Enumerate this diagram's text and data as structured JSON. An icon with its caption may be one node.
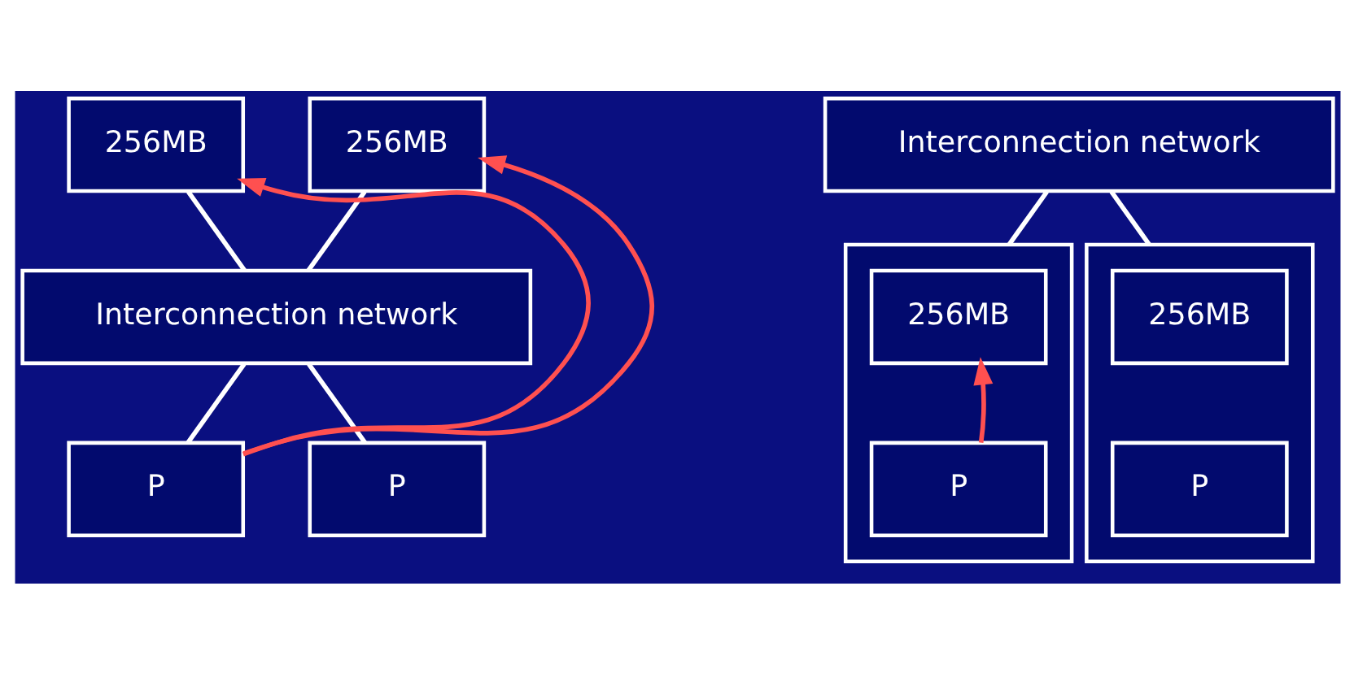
{
  "diagram": {
    "nodes": [
      {
        "text": [
          "256MB"
        ]
      },
      {
        "text": [
          "256MB"
        ]
      },
      {
        "text": [
          "Interconnection network"
        ]
      },
      {
        "text": [
          "P"
        ]
      },
      {
        "text": [
          "P"
        ]
      },
      {
        "text": [
          "Interconnection network"
        ]
      },
      {
        "text": [],
        "shape": "box"
      },
      {
        "text": [
          "256MB"
        ],
        "in": 6
      },
      {
        "text": [
          "P"
        ],
        "in": 6
      },
      {
        "text": [],
        "shape": "box"
      },
      {
        "text": [
          "256MB"
        ],
        "in": 9
      },
      {
        "text": [
          "P"
        ],
        "in": 9
      }
    ],
    "edges": [
      {
        "from": 0,
        "to": 2,
        "arrow": "none"
      },
      {
        "from": 1,
        "to": 2,
        "arrow": "none"
      },
      {
        "from": 2,
        "to": 3,
        "arrow": "none"
      },
      {
        "from": 2,
        "to": 4,
        "arrow": "none"
      },
      {
        "from": 5,
        "to": 6,
        "arrow": "none"
      },
      {
        "from": 5,
        "to": 9,
        "arrow": "none"
      },
      {
        "from": 3,
        "to": 0,
        "arrow": "to",
        "color": "#ff5050"
      },
      {
        "from": 3,
        "to": 1,
        "arrow": "to",
        "color": "#ff5050"
      },
      {
        "from": 8,
        "to": 7,
        "arrow": "to",
        "color": "#ff5050"
      }
    ]
  }
}
